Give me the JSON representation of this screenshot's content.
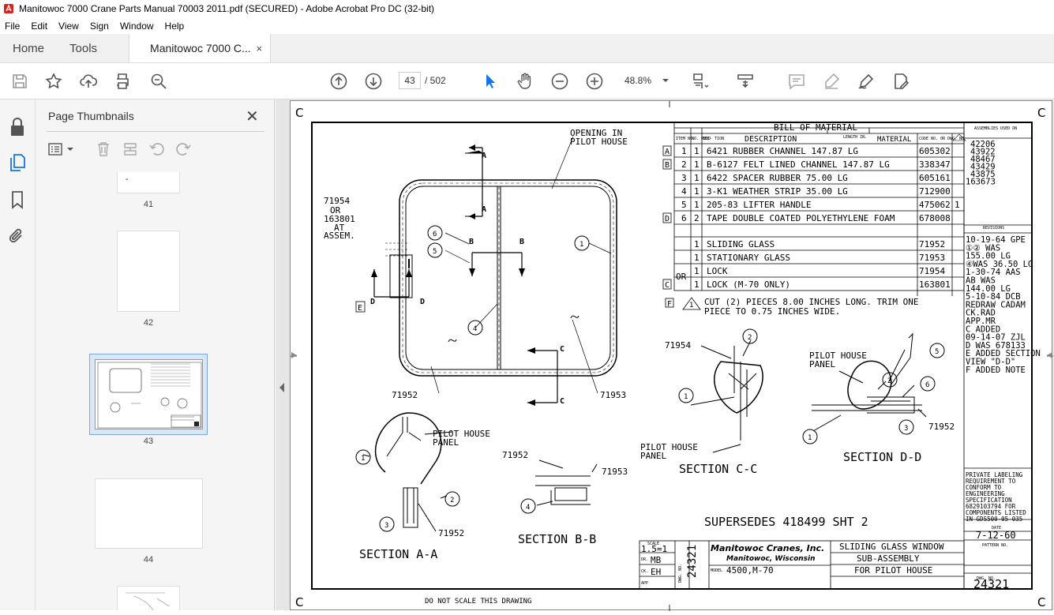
{
  "window": {
    "title": "Manitowoc 7000 Crane Parts Manual 70003 2011.pdf (SECURED) - Adobe Acrobat Pro DC (32-bit)"
  },
  "menu": [
    "File",
    "Edit",
    "View",
    "Sign",
    "Window",
    "Help"
  ],
  "tabs": {
    "home": "Home",
    "tools": "Tools",
    "doc": "Manitowoc 7000 C...",
    "close": "×"
  },
  "toolbar": {
    "page_current": "43",
    "page_total": "/ 502",
    "zoom": "48.8%"
  },
  "thumbnails": {
    "title": "Page Thumbnails",
    "close": "✕",
    "pages": [
      "41",
      "42",
      "43",
      "44"
    ],
    "page41_mark": "-"
  },
  "drawing": {
    "corner": "C",
    "bom_title": "BILL OF MATERIAL",
    "bom_head": {
      "item": "ITEM NO.",
      "reqd": "NO. REQD",
      "sec": "SEC- TION",
      "desc": "DESCRIPTION",
      "length": "LENGTH IN.",
      "material": "MATERIAL",
      "code": "CODE NO. OR DWG. NO"
    },
    "bom_rows": [
      {
        "mark": "A",
        "item": "1",
        "qty": "1",
        "desc": "6421 RUBBER CHANNEL 147.87 LG",
        "code": "605302",
        "x": ""
      },
      {
        "mark": "B",
        "item": "2",
        "qty": "1",
        "desc": "B-6127 FELT LINED CHANNEL 147.87 LG",
        "code": "338347",
        "x": ""
      },
      {
        "mark": "",
        "item": "3",
        "qty": "1",
        "desc": "6422 SPACER RUBBER 75.00 LG",
        "code": "605161",
        "x": ""
      },
      {
        "mark": "",
        "item": "4",
        "qty": "1",
        "desc": "3-K1 WEATHER STRIP 35.00 LG",
        "code": "712900",
        "x": ""
      },
      {
        "mark": "",
        "item": "5",
        "qty": "1",
        "desc": "205-83 LIFTER HANDLE",
        "code": "475062",
        "x": "1"
      },
      {
        "mark": "D",
        "item": "6",
        "qty": "2",
        "desc": "TAPE DOUBLE COATED POLYETHYLENE FOAM",
        "code": "678008",
        "x": ""
      },
      {
        "mark": "",
        "item": "",
        "qty": "1",
        "desc": "SLIDING GLASS",
        "code": "71952",
        "x": ""
      },
      {
        "mark": "",
        "item": "",
        "qty": "1",
        "desc": "STATIONARY GLASS",
        "code": "71953",
        "x": ""
      },
      {
        "mark": "",
        "item": "",
        "qty": "1",
        "desc": "LOCK",
        "code": "71954",
        "x": ""
      },
      {
        "mark": "C",
        "item": "",
        "qty": "1",
        "desc": "LOCK (M-70 ONLY)",
        "code": "163801",
        "x": ""
      }
    ],
    "or_label": "OR",
    "assemblies_head": "ASSEMBLIES USED ON",
    "assemblies": [
      "42206",
      "43922",
      "48467",
      "43429",
      "43875",
      "163673"
    ],
    "revisions_head": "REVISIONS",
    "revisions": [
      "10-19-64 GPE",
      "①② WAS",
      "155.00 LG",
      "④WAS 36.50 LG",
      "1-30-74 AAS",
      "AB WAS",
      "144.00 LG",
      "5-10-84 DCB",
      "REDRAW CADAM",
      "CK.RAD",
      "APP.MR",
      "C ADDED",
      "09-14-07 ZJL",
      "D WAS 678133",
      "E ADDED SECTION",
      "VIEW \"D-D\"",
      "F ADDED NOTE"
    ],
    "note_mark": "F",
    "note_circle": "1",
    "note": [
      "CUT (2) PIECES 8.00 INCHES LONG. TRIM ONE",
      "PIECE TO 0.75 INCHES WIDE."
    ],
    "labels": {
      "opening": [
        "OPENING IN",
        "PILOT HOUSE"
      ],
      "lock_note": [
        "71954",
        "OR",
        "163801",
        "AT",
        "ASSEM."
      ],
      "section_a": "A",
      "section_b": "B",
      "section_c": "C",
      "section_d": "D",
      "e_mark": "E",
      "glass_sliding": "71952",
      "glass_stationary": "71953",
      "pilot_house_panel": [
        "PILOT HOUSE",
        "PANEL"
      ],
      "section_aa": "SECTION A-A",
      "section_bb": "SECTION B-B",
      "section_cc": "SECTION C-C",
      "section_dd": "SECTION D-D",
      "supersedes": "SUPERSEDES 418499 SHT 2",
      "do_not_scale": "DO NOT SCALE THIS DRAWING"
    },
    "private": [
      "PRIVATE LABELING",
      "REQUIREMENT TO",
      "CONFORM TO",
      "ENGINEERING",
      "SPECIFICATION",
      "6829103794 FOR",
      "COMPONENTS LISTED",
      "IN GDS500-05-035"
    ],
    "date_head": "DATE",
    "date": "7-12-60",
    "pattern_head": "PATTERN NO.",
    "dwg_head": "DWG. NO.",
    "dwg_no": "24321",
    "title_block": {
      "scale_head": "SCALE",
      "scale": "1.5=1",
      "dr_head": "DR.",
      "dr": "MB",
      "ck_head": "CK.",
      "ck": "EH",
      "app_head": "APP",
      "dwg_side": "24321",
      "dwg_side_head": "DWG. NO.",
      "company": "Manitowoc Cranes, Inc.",
      "city": "Manitowoc, Wisconsin",
      "model_head": "MODEL",
      "model": "4500,M-70",
      "title1": "SLIDING GLASS WINDOW",
      "title2": "SUB-ASSEMBLY",
      "title3": "FOR PILOT HOUSE"
    }
  }
}
